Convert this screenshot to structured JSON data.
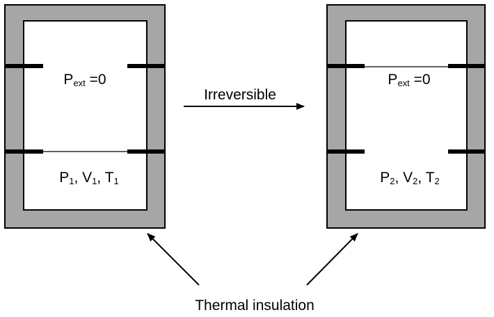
{
  "colors": {
    "insulation": "#a6a6a6",
    "outline": "#000000",
    "background": "#ffffff"
  },
  "initial_state": {
    "pext_main": "P",
    "pext_sub": "ext",
    "pext_value": " =0",
    "state": [
      {
        "main": "P",
        "sub": "1",
        "sep": ", "
      },
      {
        "main": "V",
        "sub": "1",
        "sep": ", "
      },
      {
        "main": "T",
        "sub": "1",
        "sep": ""
      }
    ]
  },
  "process": {
    "label": "Irreversible",
    "arrow": "right-arrow"
  },
  "final_state": {
    "pext_main": "P",
    "pext_sub": "ext",
    "pext_value": " =0",
    "state": [
      {
        "main": "P",
        "sub": "2",
        "sep": ", "
      },
      {
        "main": "V",
        "sub": "2",
        "sep": ", "
      },
      {
        "main": "T",
        "sub": "2",
        "sep": ""
      }
    ]
  },
  "insulation_label": "Thermal insulation"
}
